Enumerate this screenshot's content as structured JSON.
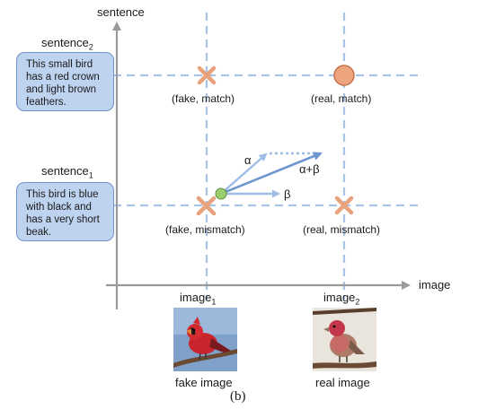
{
  "axes": {
    "y_label": "sentence",
    "x_label": "image"
  },
  "sentences": [
    {
      "label": "sentence",
      "sub": "2",
      "text": "This small bird has a red crown and light brown feathers."
    },
    {
      "label": "sentence",
      "sub": "1",
      "text": "This bird is blue with black and has a very short beak."
    }
  ],
  "images": [
    {
      "label": "image",
      "sub": "1",
      "caption": "fake image"
    },
    {
      "label": "image",
      "sub": "2",
      "caption": "real image"
    }
  ],
  "points": {
    "fake_match": "(fake, match)",
    "real_match": "(real, match)",
    "fake_mismatch": "(fake, mismatch)",
    "real_mismatch": "(real, mismatch)"
  },
  "vectors": {
    "alpha": "α",
    "beta": "β",
    "sum": "α+β"
  },
  "figure_caption": "(b)",
  "colors": {
    "grid_dash": "#a9c4e6",
    "axis": "#9a9a9a",
    "cross": "#e9a37c",
    "real_circle_fill": "#eea57e",
    "real_circle_stroke": "#c8704a",
    "green_dot": "#9bcd6f",
    "vector": "#9ebde6",
    "sum_vector": "#6e96cf",
    "bubble_fill": "#bed3ef",
    "bubble_border": "#6f93c6"
  }
}
